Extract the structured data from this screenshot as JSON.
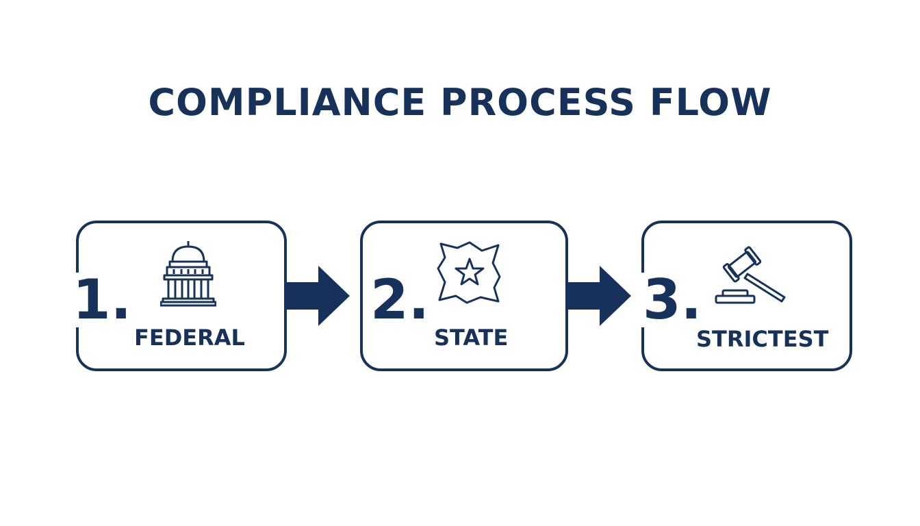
{
  "title": "COMPLIANCE PROCESS FLOW",
  "colors": {
    "primary": "#17325a",
    "background": "#ffffff"
  },
  "steps": [
    {
      "number": "1.",
      "label": "FEDERAL",
      "icon": "capitol-building-icon"
    },
    {
      "number": "2.",
      "label": "STATE",
      "icon": "state-map-star-icon"
    },
    {
      "number": "3.",
      "label": "STRICTEST",
      "icon": "gavel-icon"
    }
  ]
}
